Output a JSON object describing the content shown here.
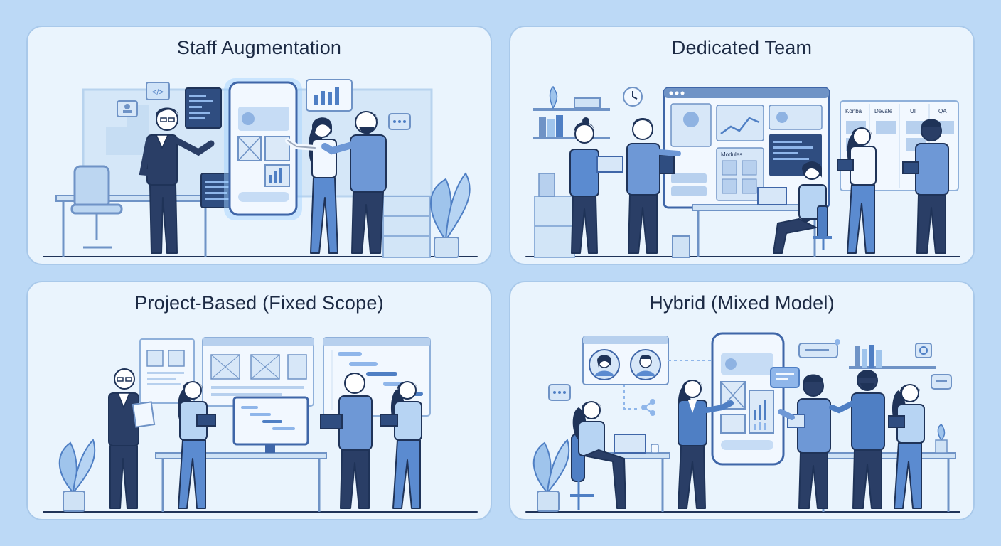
{
  "panels": [
    {
      "title": "Staff Augmentation"
    },
    {
      "title": "Dedicated Team"
    },
    {
      "title": "Project-Based (Fixed Scope)"
    },
    {
      "title": "Hybrid (Mixed Model)"
    }
  ],
  "board": {
    "columns": [
      "Konba",
      "Devate",
      "UI",
      "QA"
    ]
  },
  "screen": {
    "modules_label": "Modules"
  },
  "colors": {
    "page_bg": "#bcd9f6",
    "card_bg": "#eaf4fd",
    "accent": "#4f7fc4",
    "navy": "#2a3e66",
    "ink": "#1f3358"
  }
}
